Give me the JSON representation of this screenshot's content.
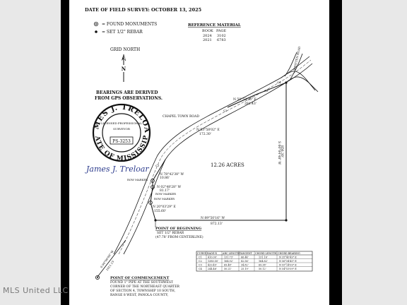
{
  "survey_date": "DATE OF FIELD SURVEY: OCTOBER 13, 2025",
  "legend": {
    "found": "= FOUND MONUMENTS",
    "set": "= SET 1/2\" REBAR"
  },
  "reference": {
    "title": "REFERENCE MATERIAL",
    "col1": "BOOK",
    "col2": "PAGE",
    "rows": [
      [
        "2024",
        "3102"
      ],
      [
        "2021",
        "6783"
      ]
    ]
  },
  "grid_north": "GRID NORTH",
  "north_letter": "N",
  "bearings_note": [
    "BEARINGS ARE DERIVED",
    "FROM GPS OBSERVATIONS."
  ],
  "seal": {
    "name": "JAMES J. TRELOAR",
    "inner": "LICENSED PROFESSIONAL",
    "surveyor": "SURVEYOR",
    "number": "PS-3253",
    "state": "STATE OF MISSISSIPPI",
    "signature": "James J. Treloar"
  },
  "roads": {
    "chapel": "CHAPEL TOWN ROAD",
    "whitten": "WHITTEN ROAD"
  },
  "acreage": "12.26 ACRES",
  "bearings": {
    "b1": "N 59°53'26\" E",
    "d1": "281.43'",
    "b2": "N 53°58'02\" E",
    "d2": "172.30'",
    "b3": "N 78°42'38\" W",
    "d3": "10.86'",
    "b4": "N 02°48'28\" W",
    "d4": "81.17'",
    "b5": "N 20°03'29\" E",
    "d5": "155.60'",
    "b6": "N 89°50'16\" W",
    "d6": "872.13'",
    "b7": "S 00°04'48\" W",
    "d7": "856.30'",
    "b8": "S 00°00'00\" W",
    "d8": "1011.15'"
  },
  "row_marker": "ROW MARKER",
  "curve_labels": [
    "C1",
    "C2",
    "C3",
    "C4"
  ],
  "pob": {
    "title": "POINT OF BEGINNING",
    "line1": "SET 1/2\" REBAR",
    "line2": "(47.78' FROM CENTERLINE)"
  },
  "poc": {
    "title": "POINT OF COMMENCEMENT",
    "lines": [
      "FOUND 1\" PIPE AT THE SOUTHWEST",
      "CORNER OF THE NORTHEAST QUARTER",
      "OF SECTION 4, TOWNSHIP 10 SOUTH,",
      "RANGE 8 WEST, PANOLA COUNTY,"
    ]
  },
  "curve_table": {
    "headers": [
      "CURVE",
      "RADIUS",
      "ARC LENGTH",
      "TANGENT",
      "CHORD LENGTH",
      "CHORD BEARING"
    ],
    "rows": [
      [
        "C1",
        "410.00'",
        "131.73'",
        "66.44'",
        "131.16'",
        "N 35°40'49\" E"
      ],
      [
        "C2",
        "1380.50'",
        "164.92'",
        "82.56'",
        "164.82'",
        "N 56°34'45\" E"
      ],
      [
        "C3",
        "429.45'",
        "69.48'",
        "34.82'",
        "69.38'",
        "N 55°14'09\" E"
      ],
      [
        "C4",
        "244.46'",
        "50.21'",
        "25.19'",
        "50.12'",
        "N 54°53'09\" E"
      ]
    ]
  },
  "watermark": "MLS United LLC"
}
